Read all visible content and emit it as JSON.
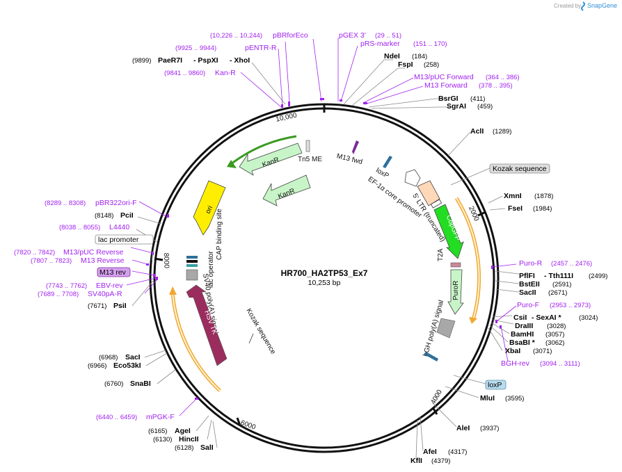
{
  "header": {
    "created_by": "Created by",
    "brand": "SnapGene",
    "brand_color": "#2e8fd6"
  },
  "plasmid": {
    "name": "HR700_HA2TP53_Ex7",
    "length": "10,253 bp"
  },
  "ticks": {
    "t10000": "10,000",
    "t2000": "2000",
    "t4000": "4000",
    "t6000": "6000",
    "t8000": "8000"
  },
  "sites_right": [
    {
      "name": "NdeI",
      "pos": "(184)"
    },
    {
      "name": "FspI",
      "pos": "(258)"
    },
    {
      "name": "BsrGI",
      "pos": "(411)"
    },
    {
      "name": "SgrAI",
      "pos": "(459)"
    },
    {
      "name": "AclI",
      "pos": "(1289)"
    },
    {
      "name": "XmnI",
      "pos": "(1878)"
    },
    {
      "name": "FseI",
      "pos": "(1984)"
    },
    {
      "name": "PflFI",
      "mid": "- Tth111I",
      "pos": "(2499)"
    },
    {
      "name": "BstEII",
      "pos": "(2591)"
    },
    {
      "name": "SacII",
      "pos": "(2671)"
    },
    {
      "name": "CsiI",
      "mid": "- SexAI *",
      "pos": "(3024)"
    },
    {
      "name": "DraIII",
      "pos": "(3028)"
    },
    {
      "name": "BamHI",
      "pos": "(3057)"
    },
    {
      "name": "BsaBI *",
      "pos": "(3062)"
    },
    {
      "name": "XbaI",
      "pos": "(3071)"
    },
    {
      "name": "MluI",
      "pos": "(3595)"
    },
    {
      "name": "AleI",
      "pos": "(3937)"
    },
    {
      "name": "AfeI",
      "pos": "(4317)"
    },
    {
      "name": "KflI",
      "pos": "(4379)"
    }
  ],
  "sites_left": [
    {
      "name": "PaeR7I",
      "mid": "- PspXI",
      "mid2": "- XhoI",
      "pos": "(9899)"
    },
    {
      "name": "PciI",
      "pos": "(8148)"
    },
    {
      "name": "PsiI",
      "pos": "(7671)"
    },
    {
      "name": "SacI",
      "pos": "(6968)"
    },
    {
      "name": "Eco53kI",
      "pos": "(6966)"
    },
    {
      "name": "SnaBI",
      "pos": "(6760)"
    },
    {
      "name": "AgeI",
      "pos": "(6165)"
    },
    {
      "name": "HincII",
      "pos": "(6130)"
    },
    {
      "name": "SalI",
      "pos": "(6128)"
    }
  ],
  "primers": [
    {
      "name": "pBRforEco",
      "pos": "(10,226 .. 10,244)"
    },
    {
      "name": "pGEX 3'",
      "pos": "(29 .. 51)"
    },
    {
      "name": "pRS-marker",
      "pos": "(151 .. 170)"
    },
    {
      "name": "pENTR-R",
      "pos": "(9925 .. 9944)"
    },
    {
      "name": "Kan-R",
      "pos": "(9841 .. 9860)"
    },
    {
      "name": "M13/pUC Forward",
      "pos": "(364 .. 386)"
    },
    {
      "name": "M13 Forward",
      "pos": "(378 .. 395)"
    },
    {
      "name": "Puro-R",
      "pos": "(2457 .. 2476)"
    },
    {
      "name": "Puro-F",
      "pos": "(2953 .. 2973)"
    },
    {
      "name": "BGH-rev",
      "pos": "(3094 .. 3111)"
    },
    {
      "name": "pBR322ori-F",
      "pos": "(8289 .. 8308)"
    },
    {
      "name": "L4440",
      "pos": "(8038 .. 8055)"
    },
    {
      "name": "M13/pUC Reverse",
      "pos": "(7820 .. 7842)"
    },
    {
      "name": "M13 Reverse",
      "pos": "(7807 .. 7823)"
    },
    {
      "name": "EBV-rev",
      "pos": "(7743 .. 7762)"
    },
    {
      "name": "SV40pA-R",
      "pos": "(7689 .. 7708)"
    },
    {
      "name": "mPGK-F",
      "pos": "(6440 .. 6459)"
    }
  ],
  "boxed": {
    "kozak": "Kozak sequence",
    "lac": "lac promoter",
    "m13rev": "M13 rev",
    "loxp": "loxP"
  },
  "features": {
    "tn5": "Tn5 ME",
    "m13fwd": "M13 fwd",
    "loxp": "loxP",
    "ef1a": "EF-1α core promoter",
    "ltr": "5' LTR (truncated)",
    "copgfp": "CopGFP",
    "t2a": "T2A",
    "puror": "PuroR",
    "bgh": "bGH poly(A) signal",
    "kanr1": "KanR",
    "kanr2": "KanR",
    "ori": "ori",
    "cap": "CAP binding site",
    "lacop": "lac operator",
    "sv40": "SV40 poly(A) signal",
    "hsvtk": "HSV TK",
    "kozak_inner": "Kozak sequence"
  },
  "colors": {
    "primer": "#a020f0",
    "kanr": "#c8f5c8",
    "ori": "#ffee00",
    "copgfp": "#22dd22",
    "hsvtk": "#9b2d5e",
    "ltr": "#ffd8b8",
    "orange": "#f0a830"
  }
}
